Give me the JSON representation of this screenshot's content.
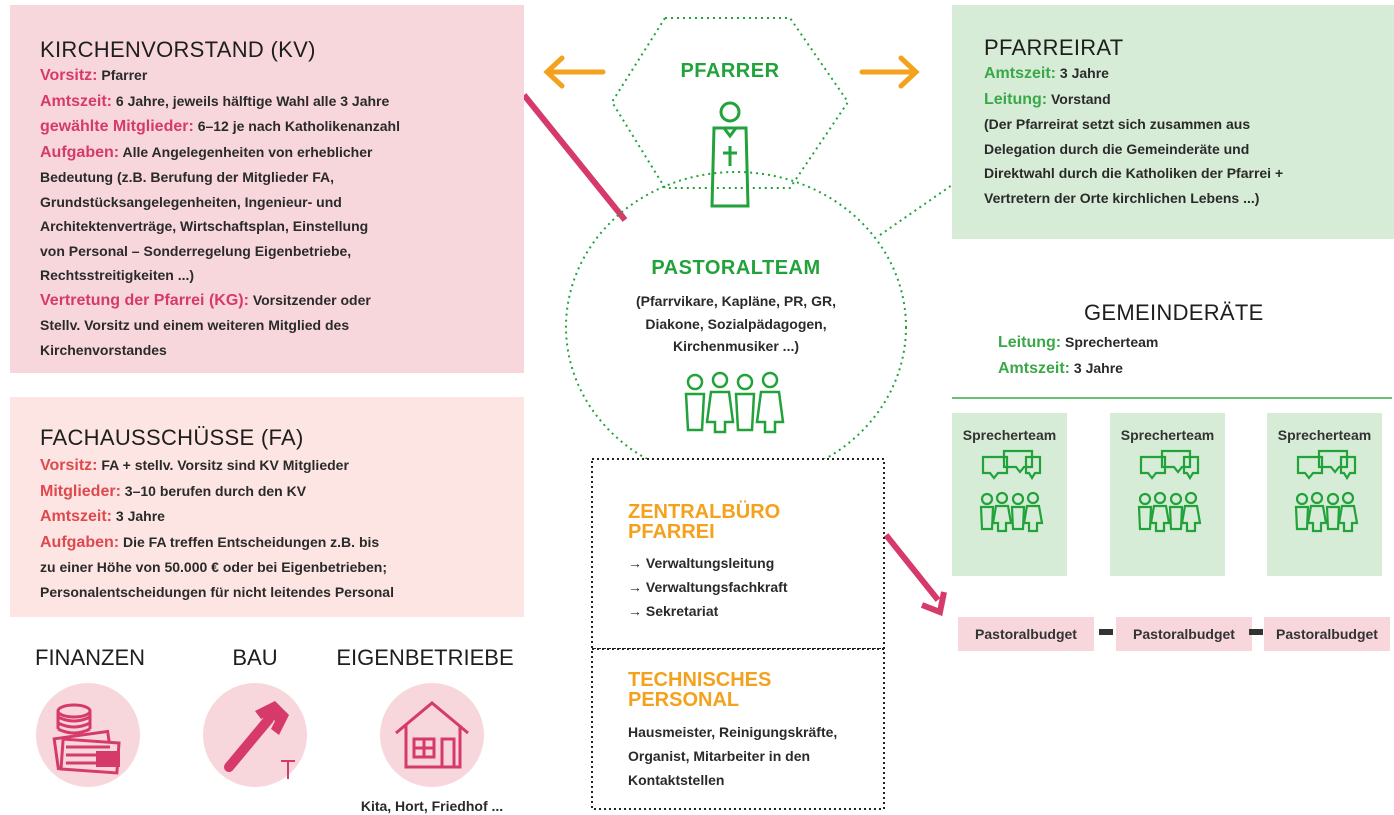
{
  "kv": {
    "title": "KIRCHENVORSTAND (KV)",
    "lines": [
      {
        "key": "Vorsitz:",
        "text": "Pfarrer"
      },
      {
        "key": "Amtszeit:",
        "text": "6 Jahre, jeweils hälftige Wahl alle 3 Jahre"
      },
      {
        "key": "gewählte Mitglieder:",
        "text": "6–12 je nach Katholikenanzahl"
      },
      {
        "key": "Aufgaben:",
        "text": "Alle Angelegenheiten von erheblicher"
      }
    ],
    "aufgaben_cont": [
      "Bedeutung (z.B. Berufung der Mitglieder FA,",
      "Grundstücksangelegenheiten, Ingenieur- und",
      "Architektenverträge, Wirtschaftsplan, Einstellung",
      "von Personal – Sonderregelung Eigenbetriebe,",
      "Rechtsstreitigkeiten ...)"
    ],
    "vertretung_key": "Vertretung der Pfarrei (KG):",
    "vertretung_text": "Vorsitzender oder",
    "vertretung_cont": [
      "Stellv. Vorsitz und einem weiteren Mitglied des",
      "Kirchenvorstandes"
    ]
  },
  "fa": {
    "title": "FACHAUSSCHÜSSE (FA)",
    "lines": [
      {
        "key": "Vorsitz:",
        "text": "FA + stellv. Vorsitz sind KV Mitglieder"
      },
      {
        "key": "Mitglieder:",
        "text": "3–10 berufen durch den KV"
      },
      {
        "key": "Amtszeit:",
        "text": "3 Jahre"
      },
      {
        "key": "Aufgaben:",
        "text": "Die FA treffen Entscheidungen z.B. bis"
      }
    ],
    "aufgaben_cont": [
      "zu einer Höhe von 50.000 € oder bei Eigenbetrieben;",
      "Personalentscheidungen für nicht leitendes Personal"
    ]
  },
  "sections": [
    {
      "title": "FINANZEN",
      "icon": "money-icon"
    },
    {
      "title": "BAU",
      "icon": "hammer-icon"
    },
    {
      "title": "EIGENBETRIEBE",
      "icon": "house-icon",
      "caption": "Kita, Hort, Friedhof ..."
    }
  ],
  "pfarrer": {
    "title": "PFARRER",
    "icon": "priest-icon"
  },
  "pastoralteam": {
    "title": "PASTORALTEAM",
    "lines": [
      "(Pfarrvikare, Kapläne, PR, GR,",
      "Diakone, Sozialpädagogen,",
      "Kirchenmusiker ...)"
    ],
    "icon": "group-icon"
  },
  "pfarreirat": {
    "title": "PFARREIRAT",
    "lines": [
      {
        "key": "Amtszeit:",
        "text": "3 Jahre"
      },
      {
        "key": "Leitung:",
        "text": "Vorstand"
      }
    ],
    "paren": [
      "(Der Pfarreirat setzt sich zusammen aus",
      "Delegation durch die Gemeinderäte und",
      "Direktwahl durch die Katholiken der Pfarrei +",
      "Vertretern der Orte kirchlichen Lebens ...)"
    ]
  },
  "gemeinderaete": {
    "title": "GEMEINDERÄTE",
    "lines": [
      {
        "key": "Leitung:",
        "text": "Sprecherteam"
      },
      {
        "key": "Amtszeit:",
        "text": "3 Jahre"
      }
    ],
    "cards": [
      "Sprecherteam",
      "Sprecherteam",
      "Sprecherteam"
    ],
    "budgets": [
      "Pastoralbudget",
      "Pastoralbudget",
      "Pastoralbudget"
    ]
  },
  "zentralbuero": {
    "title_lines": [
      "ZENTRALBÜRO",
      "PFARREI"
    ],
    "items": [
      "Verwaltungsleitung",
      "Verwaltungsfachkraft",
      "Sekretariat"
    ]
  },
  "technisch": {
    "title_lines": [
      "TECHNISCHES",
      "PERSONAL"
    ],
    "lines": [
      "Hausmeister, Reinigungskräfte,",
      "Organist, Mitarbeiter in den",
      "Kontaktstellen"
    ]
  },
  "colors": {
    "kv_bg": "#f7d7dc",
    "fa_bg": "#fce5e2",
    "green_bg": "#d7ecd6",
    "pink_accent": "#d63a6a",
    "green_accent": "#22a23b",
    "orange_accent": "#f4a21d"
  }
}
